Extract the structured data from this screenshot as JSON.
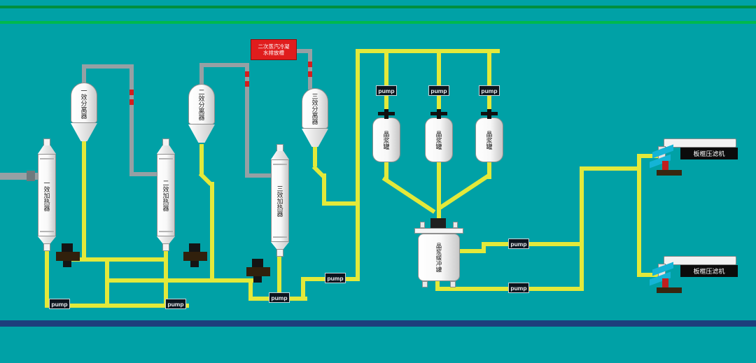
{
  "colors": {
    "background": "#00a1a6",
    "pipe_yellow": "#e3e93a",
    "pipe_gray": "#96a0a4",
    "line_green_1": "#008f3e",
    "line_green_2": "#00b94d",
    "line_navy": "#1d3e7c",
    "valve_red": "#d61e1e",
    "tag_red": "#e01d1d",
    "cyan_accent": "#14b4d6",
    "badge_bg": "#0c151e"
  },
  "equipment": {
    "separators": [
      {
        "label": "一效分离器"
      },
      {
        "label": "二效分离器"
      },
      {
        "label": "三效分离器"
      }
    ],
    "heaters": [
      {
        "label": "一效加热器"
      },
      {
        "label": "二效加热器"
      },
      {
        "label": "三效加热器"
      }
    ],
    "slurry_tanks": [
      {
        "label": "晶浆罐"
      },
      {
        "label": "晶浆罐"
      },
      {
        "label": "晶浆罐"
      }
    ],
    "buffer_tank": {
      "label": "晶浆缓冲罐"
    },
    "filter_presses": [
      {
        "label": "板框压滤机"
      },
      {
        "label": "板框压滤机"
      }
    ],
    "pump_label": "pump",
    "red_tag": {
      "line1": "二次蒸汽冷凝",
      "line2": "水排放槽"
    }
  }
}
